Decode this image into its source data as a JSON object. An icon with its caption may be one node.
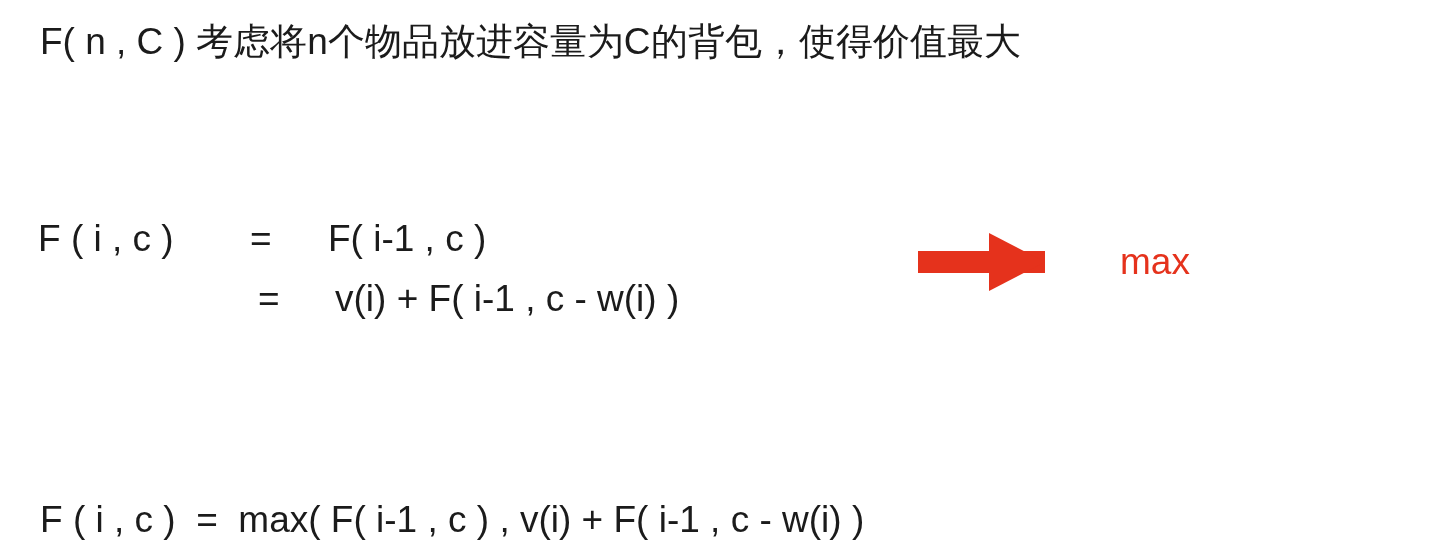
{
  "diagram": {
    "title": "F( n , C ) 考虑将n个物品放进容量为C的背包，使得价值最大",
    "nodes": [
      {
        "text": [
          "F ( i , c )",
          "=",
          "F( i-1 , c )",
          "=",
          "v(i) + F( i-1 , c - w(i) )"
        ]
      },
      {
        "text": [
          "max"
        ]
      }
    ],
    "edges": [
      {
        "from": null,
        "to": 1,
        "arrow": "to",
        "color": "#e5321c"
      }
    ],
    "labels": [
      "F ( i , c )  =  max( F( i-1 , c ) , v(i) + F( i-1 , c - w(i) )"
    ]
  }
}
